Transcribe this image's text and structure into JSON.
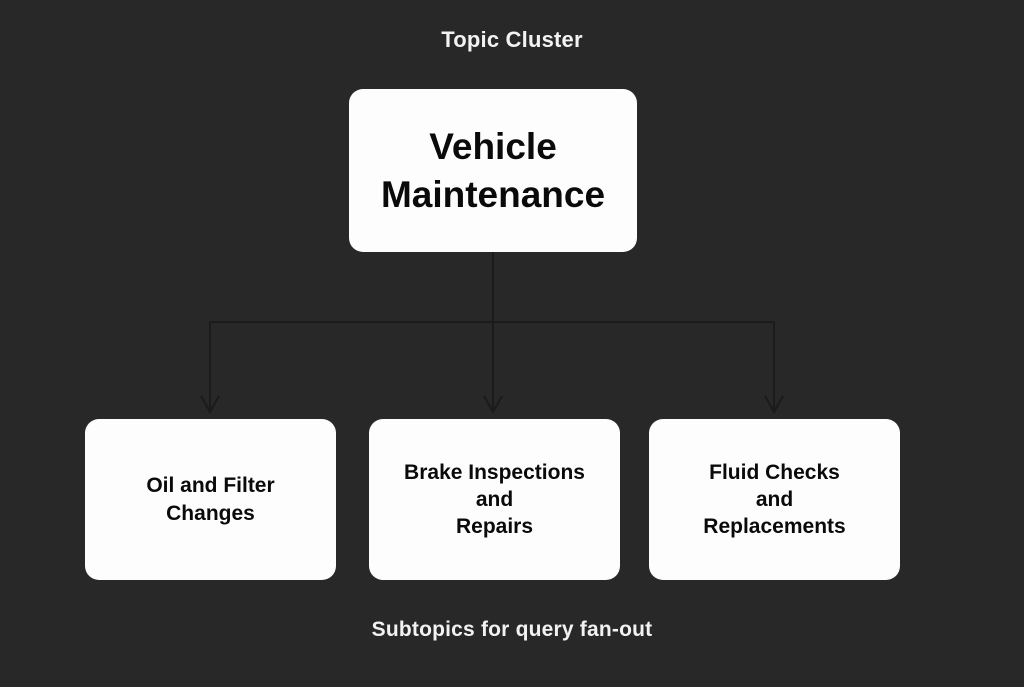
{
  "diagram": {
    "title": "Topic Cluster",
    "footer": "Subtopics for query fan-out",
    "background_color": "#282828",
    "node_fill_color": "#fdfdfd",
    "node_text_color": "#0a0a0a",
    "caption_text_color": "#f2f2f2",
    "connector_color": "#1b1b1b",
    "root": {
      "label": "Vehicle Maintenance",
      "line1": "Vehicle",
      "line2": "Maintenance"
    },
    "children": [
      {
        "label": "Oil and Filter Changes",
        "line1": "Oil and Filter",
        "line2": "Changes",
        "line3": ""
      },
      {
        "label": "Brake Inspections and Repairs",
        "line1": "Brake Inspections",
        "line2": "and",
        "line3": "Repairs"
      },
      {
        "label": "Fluid Checks and Replacements",
        "line1": "Fluid Checks",
        "line2": "and",
        "line3": "Replacements"
      }
    ]
  }
}
